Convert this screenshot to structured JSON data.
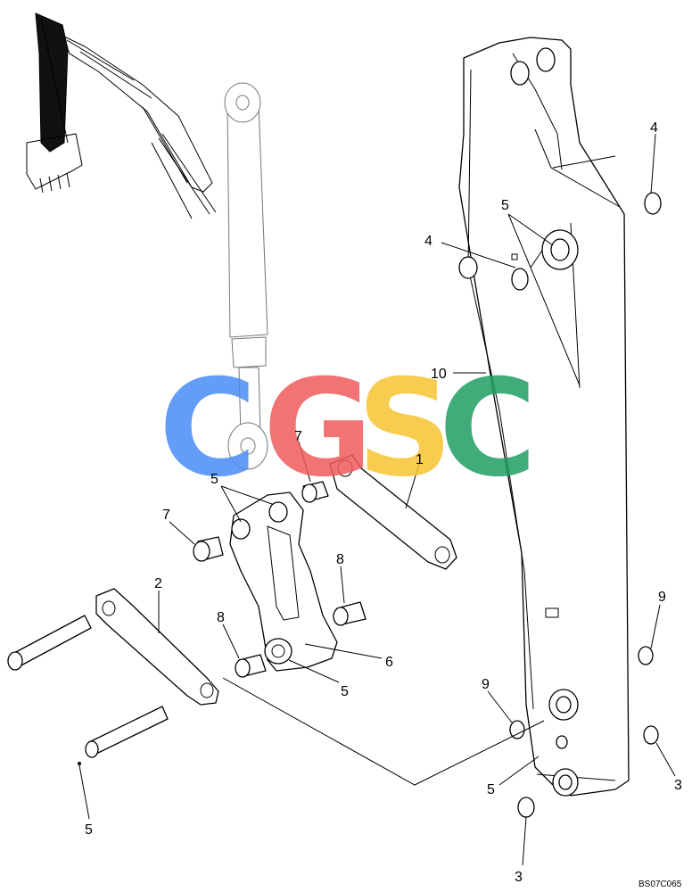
{
  "diagram": {
    "drawing_code": "BS07C065",
    "watermark": {
      "letters": [
        "C",
        "G",
        "S",
        "C"
      ],
      "colors": [
        "#4a8cf7",
        "#ef5b5b",
        "#f7c531",
        "#1e9e63"
      ]
    },
    "callouts": [
      "4",
      "4",
      "5",
      "10",
      "7",
      "7",
      "5",
      "1",
      "8",
      "2",
      "8",
      "6",
      "5",
      "9",
      "9",
      "5",
      "3",
      "3",
      "5"
    ],
    "colors": {
      "line": "#000000",
      "ghost_line": "#777777",
      "background": "#ffffff"
    }
  }
}
